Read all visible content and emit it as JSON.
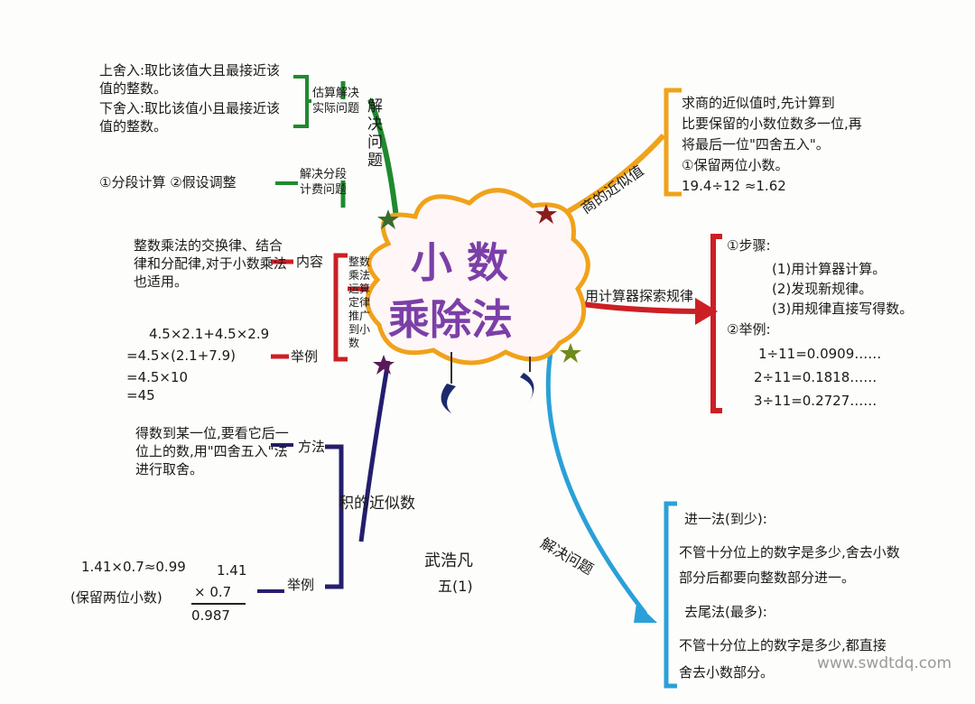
{
  "center": {
    "title_line1": "小 数",
    "title_line2": "乘除法"
  },
  "author": {
    "name": "武浩凡",
    "class": "五(1)"
  },
  "branch_solve": {
    "label": "解决问题",
    "estimate": {
      "label": "估算解决实际问题",
      "up_text": "上舍入:取比该值大且最接近该值的整数。",
      "down_text": "下舍入:取比该值小且最接近该值的整数。"
    },
    "segment": {
      "label": "解决分段计费问题",
      "text": "①分段计算 ②假设调整"
    }
  },
  "branch_laws": {
    "label": "整数乘法运算定律推广到小数",
    "content_label": "内容",
    "content_text": "整数乘法的交换律、结合律和分配律,对于小数乘法也适用。",
    "example_label": "举例",
    "example_lines": [
      "4.5×2.1+4.5×2.9",
      "=4.5×(2.1+7.9)",
      "=4.5×10",
      "=45"
    ]
  },
  "branch_approx": {
    "label": "积的近似数",
    "method_label": "方法",
    "method_text": "得数到某一位,要看它后一位上的数,用\"四舍五入\"法进行取舍。",
    "example_label": "举例",
    "example_line1": "1.41×0.7≈0.99",
    "example_line2": "(保留两位小数)",
    "vertical_calc": [
      "1.41",
      "× 0.7",
      "0.987"
    ]
  },
  "branch_quotient": {
    "label": "商的近似值",
    "text_lines": [
      "求商的近似值时,先计算到",
      "比要保留的小数位数多一位,再",
      "将最后一位\"四舍五入\"。",
      "①保留两位小数。",
      "19.4÷12 ≈1.62"
    ]
  },
  "branch_calculator": {
    "label": "用计算器探索规律",
    "steps_label": "①步骤:",
    "steps": [
      "(1)用计算器计算。",
      "(2)发现新规律。",
      "(3)用规律直接写得数。"
    ],
    "examples_label": "②举例:",
    "examples": [
      "1÷11=0.0909……",
      "2÷11=0.1818……",
      "3÷11=0.2727……"
    ]
  },
  "branch_problem": {
    "label": "解决问题",
    "up_title": "进一法(到少):",
    "up_text_lines": [
      "不管十分位上的数字是多少,舍去小数",
      "部分后都要向整数部分进一。"
    ],
    "down_title": "去尾法(最多):",
    "down_text_lines": [
      "不管十分位上的数字是多少,都直接",
      "舍去小数部分。"
    ]
  },
  "watermark": "www.swdtdq.com",
  "colors": {
    "green": "#1f8a2e",
    "orange": "#f0a21a",
    "red": "#cc1f24",
    "blue": "#2aa0d8",
    "navy": "#241e6e",
    "purple": "#7b3fa8"
  }
}
